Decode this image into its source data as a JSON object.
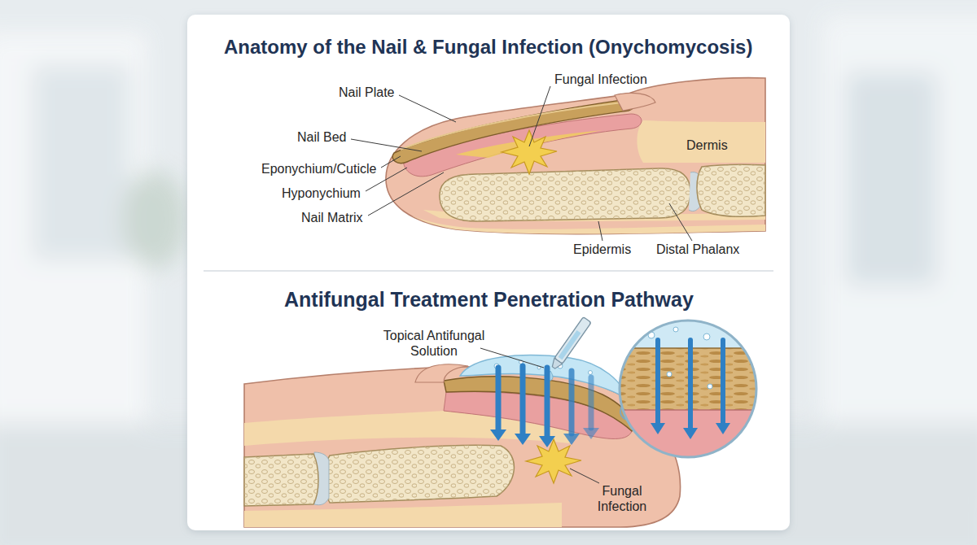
{
  "diagram": {
    "title": "Anatomy of the Nail & Fungal Infection (Onychomycosis)",
    "labels": [
      "Nail Plate",
      "Fungal Infection",
      "Nail Bed",
      "Dermis",
      "Eponychium/Cuticle",
      "Hyponychium",
      "Nail Matrix",
      "Epidermis",
      "Distal Phalanx",
      "Antifungal Treatment Penetration Pathway",
      "Topical Antifungal Solution",
      "Fungal Infection"
    ]
  }
}
